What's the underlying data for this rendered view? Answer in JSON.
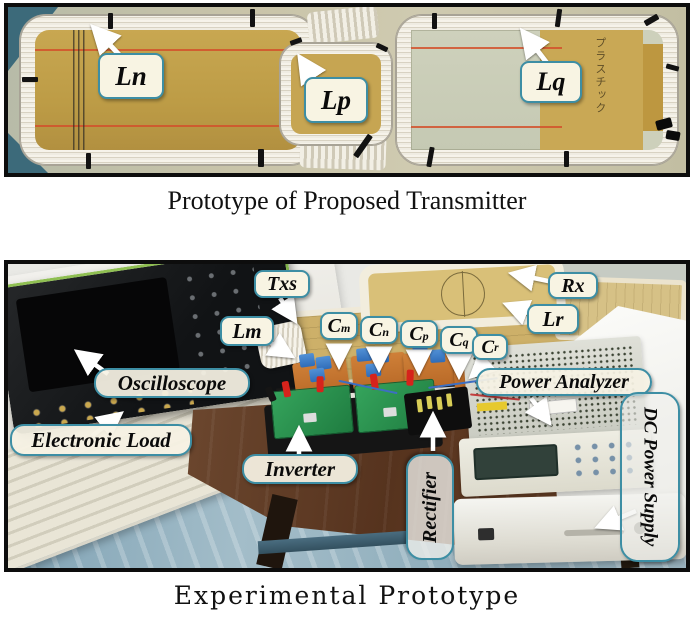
{
  "top_figure": {
    "caption": "Prototype of Proposed Transmitter",
    "labels": {
      "ln": "Ln",
      "lp": "Lp",
      "lq": "Lq"
    },
    "board_note": "プラスチック"
  },
  "bottom_figure": {
    "caption": "Experimental Prototype",
    "labels": {
      "txs": "Txs",
      "rx": "Rx",
      "lm": "Lm",
      "lr": "Lr",
      "cm": {
        "main": "C",
        "sub": "m"
      },
      "cn": {
        "main": "C",
        "sub": "n"
      },
      "cp": {
        "main": "C",
        "sub": "p"
      },
      "cq": {
        "main": "C",
        "sub": "q"
      },
      "cr": {
        "main": "C",
        "sub": "r"
      },
      "oscilloscope": "Oscilloscope",
      "power_analyzer": "Power Analyzer",
      "electronic_load": "Electronic Load",
      "inverter": "Inverter",
      "rectifier": "Rectifier",
      "dc_power_supply": "DC Power Supply"
    }
  },
  "colors": {
    "callout_background": "#f8f4e3",
    "callout_border": "#3d8ea4",
    "photo_border": "#0d0d0d",
    "arrow": "#ffffff"
  }
}
